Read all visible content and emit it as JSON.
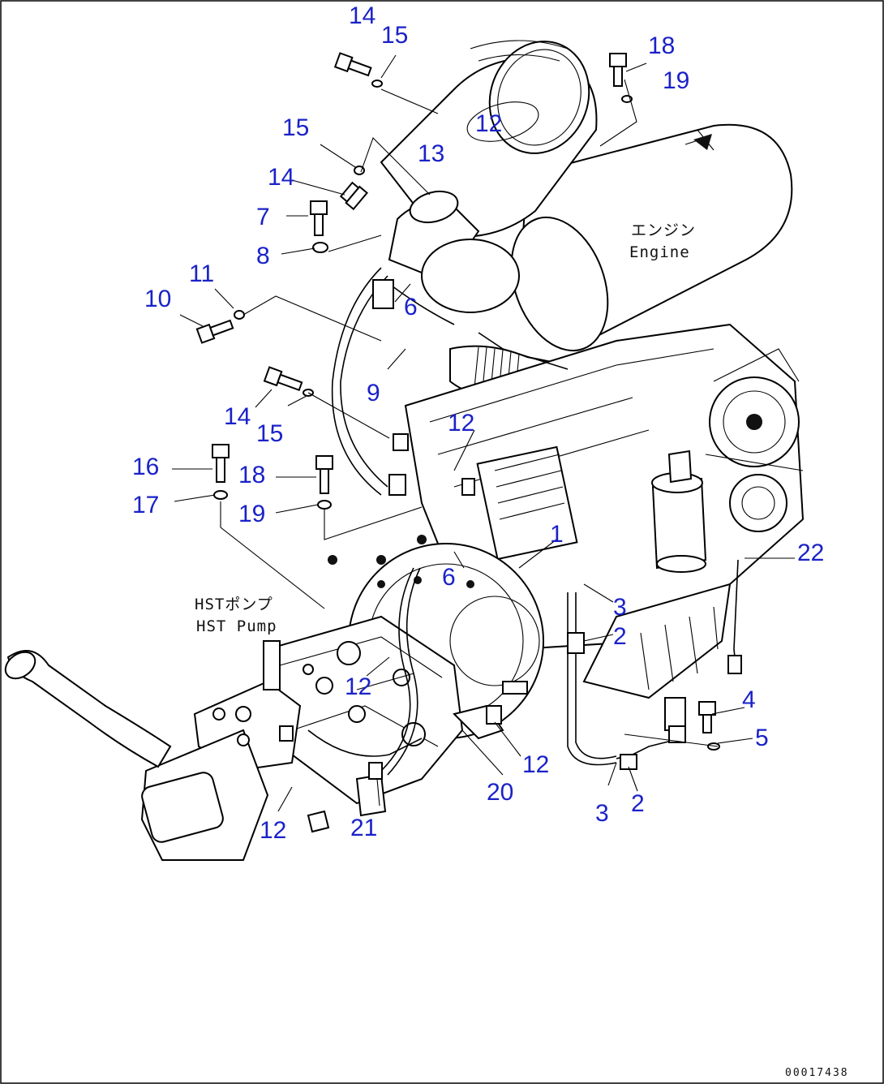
{
  "drawing": {
    "labels": {
      "engine_jp": "エンジン",
      "engine_en": "Engine",
      "pump_jp": "HSTポンプ",
      "pump_en": "HST Pump"
    },
    "doc_number": "00017438"
  },
  "callouts": [
    "14",
    "15",
    "12",
    "13",
    "15",
    "14",
    "7",
    "8",
    "11",
    "10",
    "6",
    "9",
    "14",
    "15",
    "12",
    "16",
    "18",
    "17",
    "19",
    "18",
    "19",
    "1",
    "6",
    "3",
    "2",
    "12",
    "12",
    "20",
    "21",
    "12",
    "2",
    "3",
    "4",
    "5",
    "22"
  ],
  "colors": {
    "callout": "#1a22c8",
    "line": "#000000",
    "background": "#ffffff"
  }
}
